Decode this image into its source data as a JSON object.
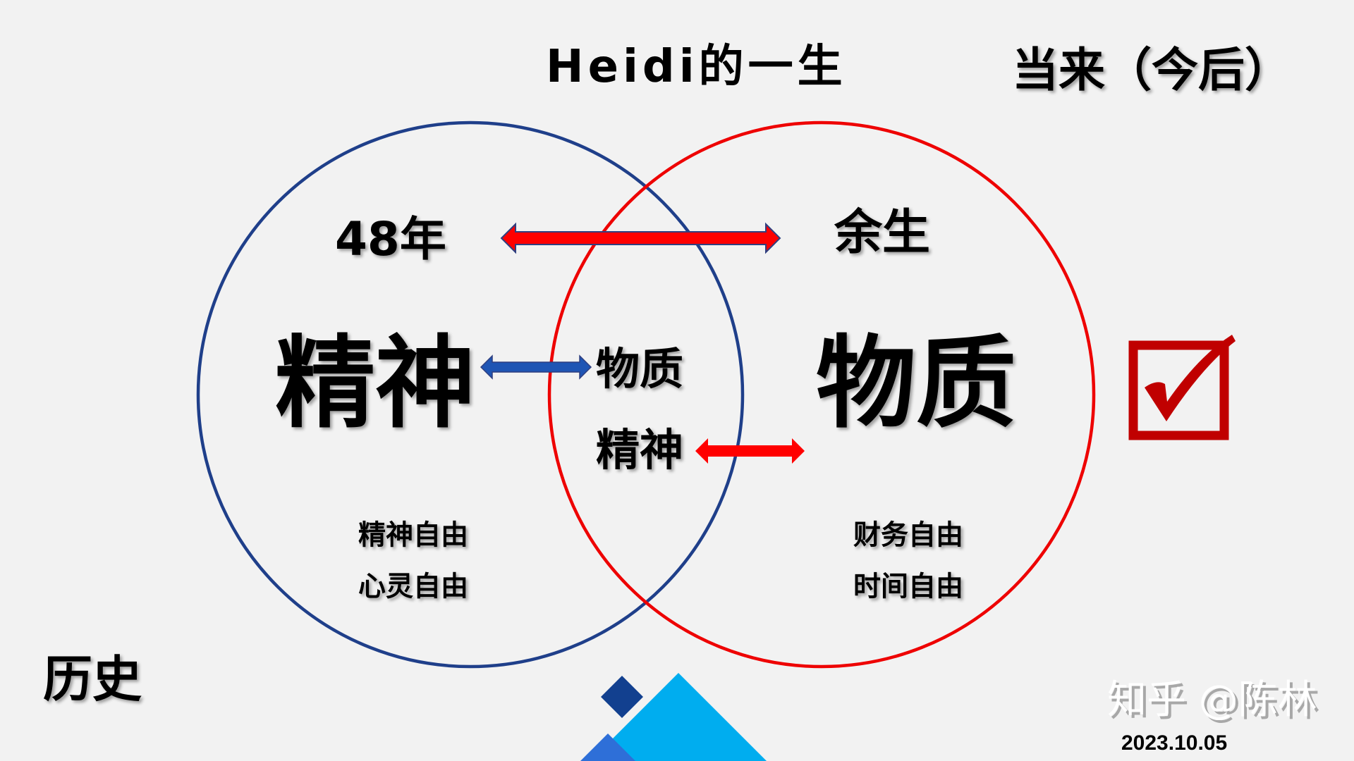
{
  "title": "Heidi的一生",
  "future_label": "当来（今后）",
  "history_label": "历史",
  "left_circle": {
    "years": "48年",
    "main": "精神",
    "sub": [
      "精神自由",
      "心灵自由"
    ],
    "color": "#1f3f8a"
  },
  "right_circle": {
    "years": "余生",
    "main": "物质",
    "sub": [
      "财务自由",
      "时间自由"
    ],
    "color": "#ee0000"
  },
  "overlap": {
    "top": "物质",
    "bottom": "精神"
  },
  "checkbox": {
    "checked": true,
    "color": "#c00000"
  },
  "date": "2023.10.05",
  "watermark": "知乎 @陈林",
  "icons": [
    "double-arrow-icon",
    "checkbox-checked-icon",
    "diamond-decoration"
  ]
}
